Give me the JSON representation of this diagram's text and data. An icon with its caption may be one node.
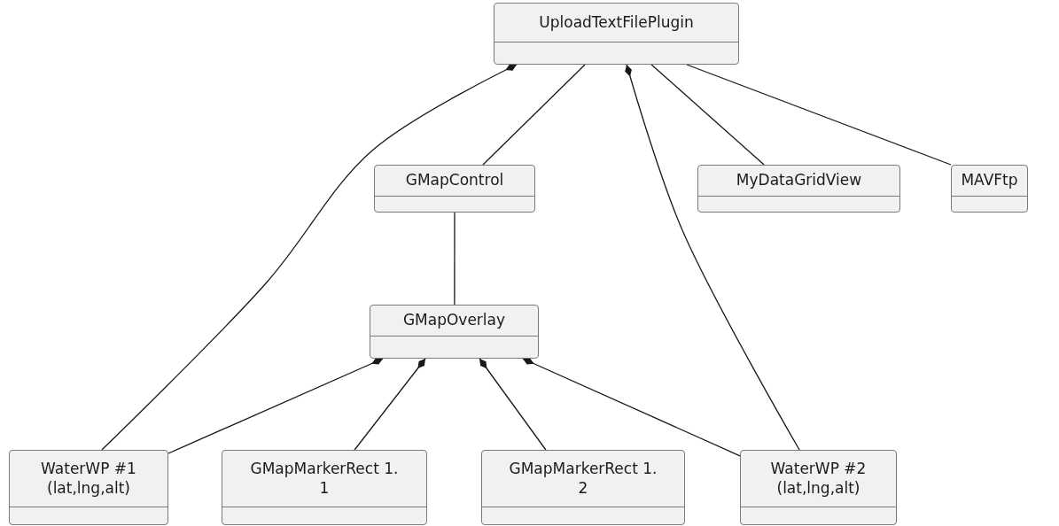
{
  "diagram": {
    "nodes": [
      {
        "text": [
          "UploadTextFilePlugin"
        ]
      },
      {
        "text": [
          "GMapControl"
        ]
      },
      {
        "text": [
          "MyDataGridView"
        ]
      },
      {
        "text": [
          "MAVFtp"
        ]
      },
      {
        "text": [
          "GMapOverlay"
        ]
      },
      {
        "text": [
          "WaterWP #1 (lat,lng,alt)"
        ]
      },
      {
        "text": [
          "GMapMarkerRect 1. 1"
        ]
      },
      {
        "text": [
          "GMapMarkerRect 1. 2"
        ]
      },
      {
        "text": [
          "WaterWP #2 (lat,lng,alt)"
        ]
      }
    ],
    "edges": [
      {
        "from": 0,
        "to": 5,
        "arrow": "other"
      },
      {
        "from": 0,
        "to": 1,
        "arrow": "none"
      },
      {
        "from": 0,
        "to": 8,
        "arrow": "other"
      },
      {
        "from": 0,
        "to": 2,
        "arrow": "none"
      },
      {
        "from": 0,
        "to": 3,
        "arrow": "none"
      },
      {
        "from": 1,
        "to": 4,
        "arrow": "none"
      },
      {
        "from": 4,
        "to": 5,
        "arrow": "other"
      },
      {
        "from": 4,
        "to": 6,
        "arrow": "other"
      },
      {
        "from": 4,
        "to": 7,
        "arrow": "other"
      },
      {
        "from": 4,
        "to": 8,
        "arrow": "other"
      }
    ]
  }
}
